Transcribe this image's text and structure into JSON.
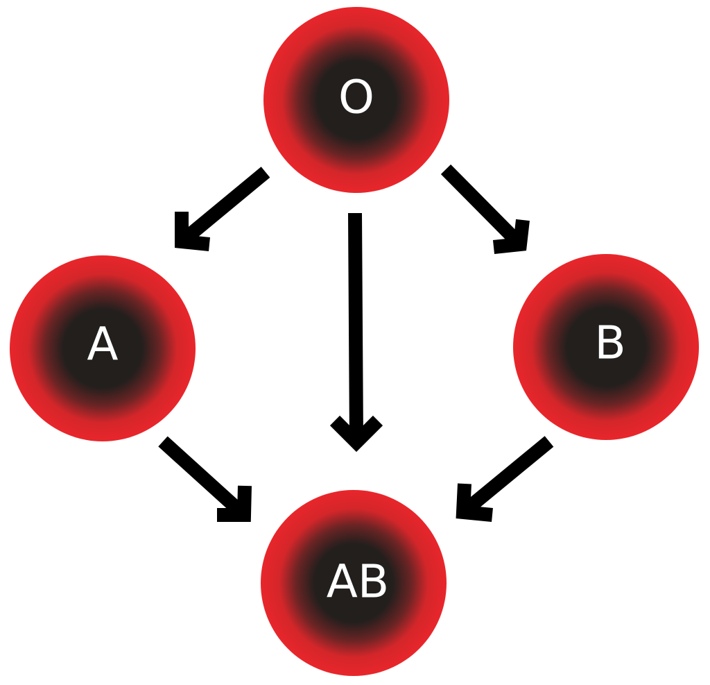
{
  "colors": {
    "cell_outer": "#e8262b",
    "cell_inner": "#221f1d",
    "arrow": "#000000",
    "label": "#ffffff",
    "background": "#ffffff"
  },
  "nodes": {
    "o": {
      "label": "O"
    },
    "a": {
      "label": "A"
    },
    "b": {
      "label": "B"
    },
    "ab": {
      "label": "AB"
    }
  }
}
